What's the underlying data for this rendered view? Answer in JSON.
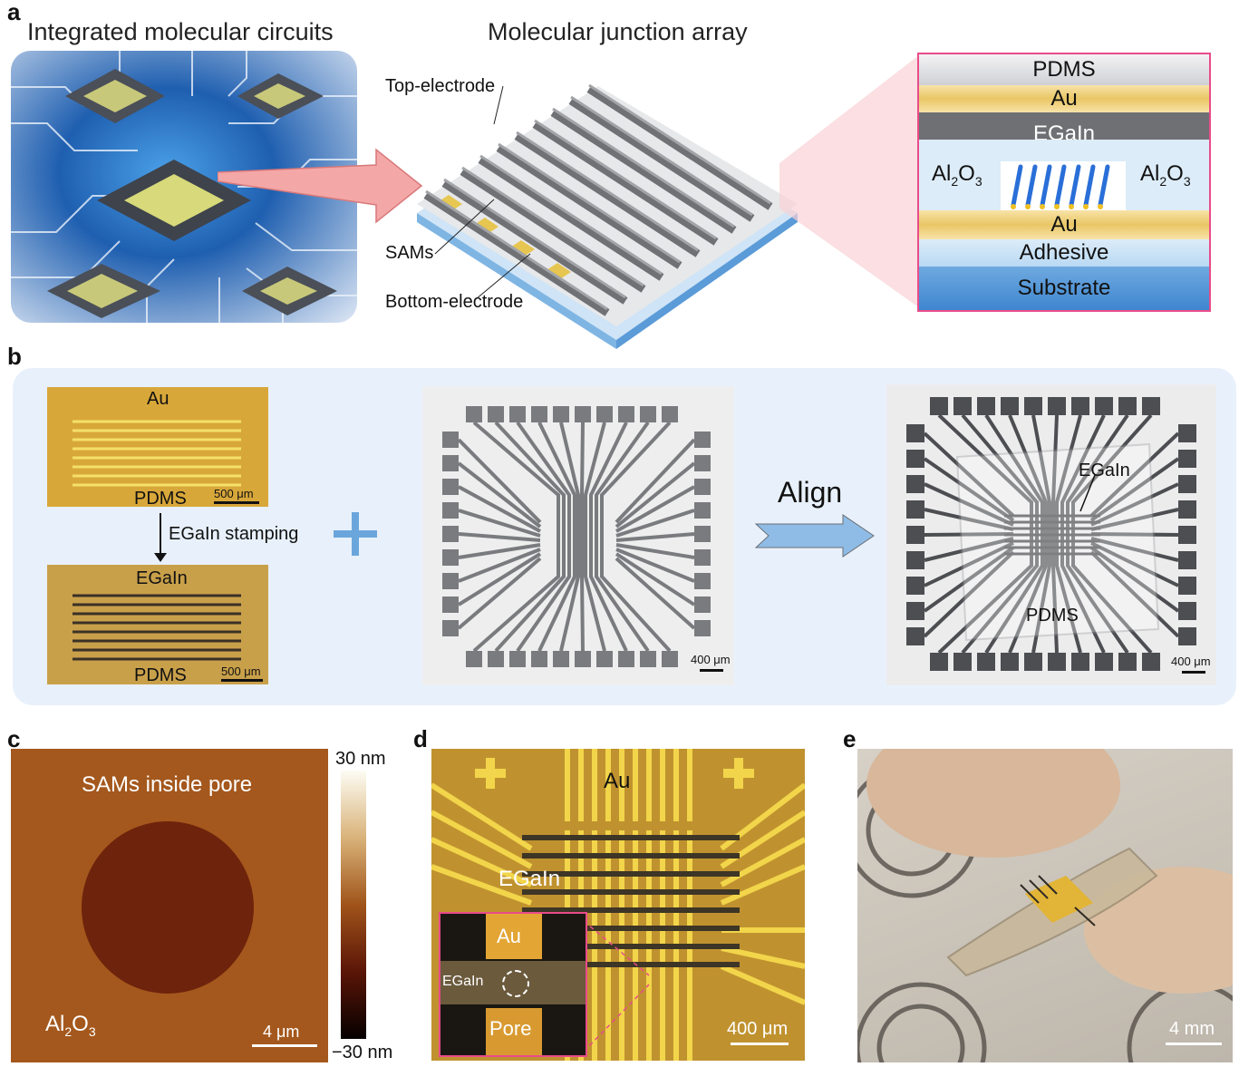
{
  "panels": {
    "a": "a",
    "b": "b",
    "c": "c",
    "d": "d",
    "e": "e"
  },
  "a": {
    "title_left": "Integrated molecular circuits",
    "title_mid": "Molecular junction array",
    "top_electrode": "Top-electrode",
    "sams": "SAMs",
    "bottom_electrode": "Bottom-electrode",
    "stack": {
      "pdms": "PDMS",
      "au_top": "Au",
      "egain": "EGaIn",
      "al2o3_left": "Al",
      "al2o3_right": "Al",
      "sub2": "2",
      "o": "O",
      "sub3": "3",
      "au_bottom": "Au",
      "adhesive": "Adhesive",
      "substrate": "Substrate"
    }
  },
  "b": {
    "img1_top": "Au",
    "img1_bottom": "PDMS",
    "img1_scale": "500 μm",
    "stamping": "EGaIn stamping",
    "img2_top": "EGaIn",
    "img2_bottom": "PDMS",
    "img2_scale": "500 μm",
    "img3_scale": "400 μm",
    "align": "Align",
    "img4_egain": "EGaIn",
    "img4_pdms": "PDMS",
    "img4_scale": "400 μm"
  },
  "c": {
    "label_top": "SAMs inside pore",
    "al": "Al",
    "sub2": "2",
    "o": "O",
    "sub3": "3",
    "scale": "4 μm",
    "cb_max": "30 nm",
    "cb_min": "−30 nm"
  },
  "d": {
    "au": "Au",
    "egain": "EGaIn",
    "inset_au": "Au",
    "inset_egain": "EGaIn",
    "inset_pore": "Pore",
    "scale": "400 μm"
  },
  "e": {
    "scale": "4 mm"
  },
  "colors": {
    "gold": "#e6c340",
    "pdms": "#c9cbd0",
    "egain": "#6d6e72",
    "al2o3": "#dceef9",
    "substrate": "#4a90d0",
    "panel_b_bg": "#e8f1fb",
    "afm_brown": "#a0541a",
    "afm_dark": "#6a1f08",
    "accent_pink": "#e94b8a"
  }
}
